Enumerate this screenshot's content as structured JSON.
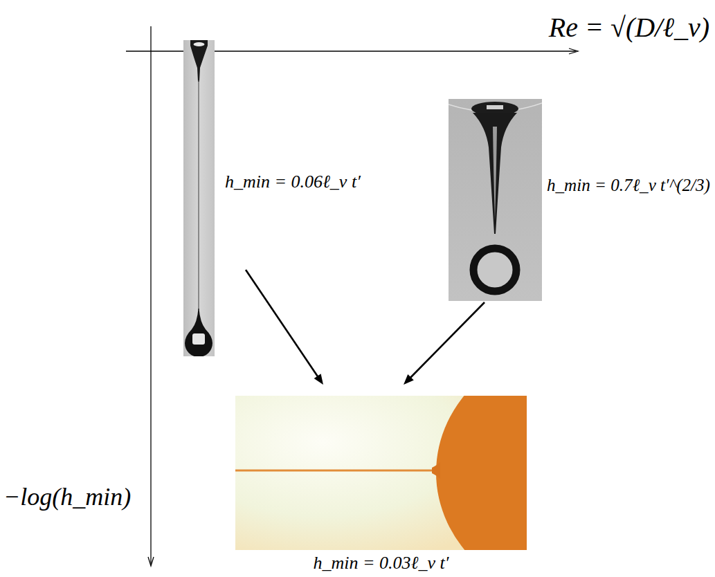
{
  "diagram": {
    "nodes": [
      {
        "text": [
          "h_min = 0.06ℓ_ν t′"
        ]
      },
      {
        "text": [
          "h_min = 0.7ℓ_ν t′^(2/3)"
        ]
      },
      {
        "text": [
          "h_min = 0.03ℓ_ν t′"
        ]
      }
    ],
    "edges": [
      {
        "from": 0,
        "to": 2,
        "arrow": "to"
      },
      {
        "from": 1,
        "to": 2,
        "arrow": "to"
      }
    ],
    "labels": [
      "Re = √(D/ℓ_ν)",
      "−log(h_min)"
    ]
  }
}
